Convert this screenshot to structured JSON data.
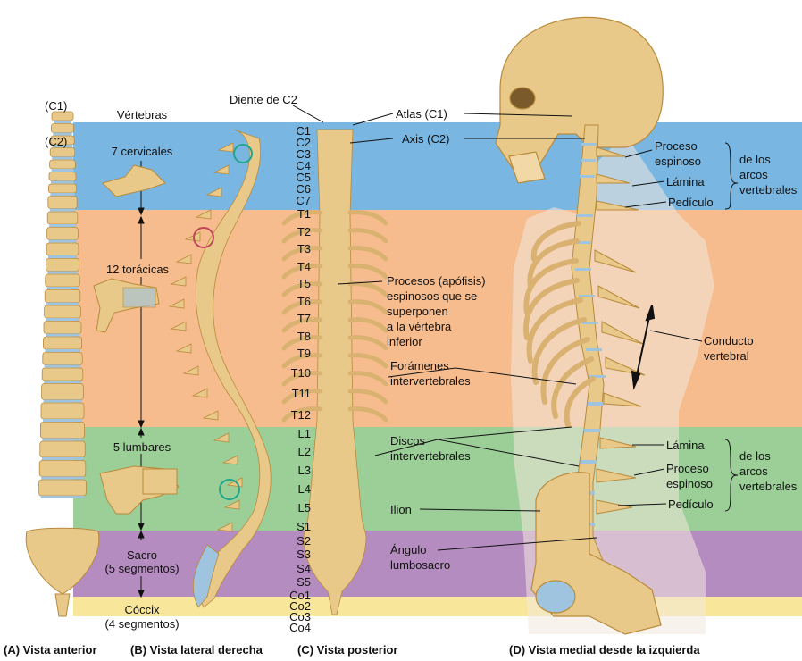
{
  "colors": {
    "cervical": "#79b7e2",
    "thoracic": "#f7bc8e",
    "lumbar": "#9ccf98",
    "sacrum": "#b58cc0",
    "coccyx": "#f8e79a",
    "bone": "#e9c98a",
    "bone_dark": "#b88a3a",
    "disc": "#9fc4e0"
  },
  "regions": {
    "vertebras_header": "Vértebras",
    "cervical": "7 cervicales",
    "thoracic": "12 torácicas",
    "lumbar": "5 lumbares",
    "sacrum_line1": "Sacro",
    "sacrum_line2": "(5 segmentos)",
    "coccyx_line1": "Cóccix",
    "coccyx_line2": "(4 segmentos)"
  },
  "anterior": {
    "c1": "(C1)",
    "c2": "(C2)"
  },
  "lateral": {
    "dens": "Diente de C2"
  },
  "posterior_levels": [
    "C1",
    "C2",
    "C3",
    "C4",
    "C5",
    "C6",
    "C7",
    "T1",
    "T2",
    "T3",
    "T4",
    "T5",
    "T6",
    "T7",
    "T8",
    "T9",
    "T10",
    "T11",
    "T12",
    "L1",
    "L2",
    "L3",
    "L4",
    "L5",
    "S1",
    "S2",
    "S3",
    "S4",
    "S5",
    "Co1",
    "Co2",
    "Co3",
    "Co4"
  ],
  "callouts": {
    "atlas": "Atlas (C1)",
    "axis": "Axis (C2)",
    "spinous_line1": "Procesos (apófisis)",
    "spinous_line2": "espinosos que se",
    "spinous_line3": "superponen",
    "spinous_line4": "a la vértebra",
    "spinous_line5": "inferior",
    "foramina_line1": "Forámenes",
    "foramina_line2": "intervertebrales",
    "discs_line1": "Discos",
    "discs_line2": "intervertebrales",
    "ilion": "Ilion",
    "angle_line1": "Ángulo",
    "angle_line2": "lumbosacro",
    "canal_line1": "Conducto",
    "canal_line2": "vertebral",
    "top_proc_line1": "Proceso",
    "top_proc_line2": "espinoso",
    "top_lamina": "Lámina",
    "top_pedicle": "Pedículo",
    "top_arch_line1": "de los",
    "top_arch_line2": "arcos",
    "top_arch_line3": "vertebrales",
    "bot_lamina": "Lámina",
    "bot_proc_line1": "Proceso",
    "bot_proc_line2": "espinoso",
    "bot_pedicle": "Pedículo",
    "bot_arch_line1": "de los",
    "bot_arch_line2": "arcos",
    "bot_arch_line3": "vertebrales"
  },
  "captions": {
    "a": "(A)  Vista anterior",
    "b": "(B)  Vista lateral derecha",
    "c": "(C)  Vista posterior",
    "d": "(D)  Vista medial desde la izquierda"
  }
}
